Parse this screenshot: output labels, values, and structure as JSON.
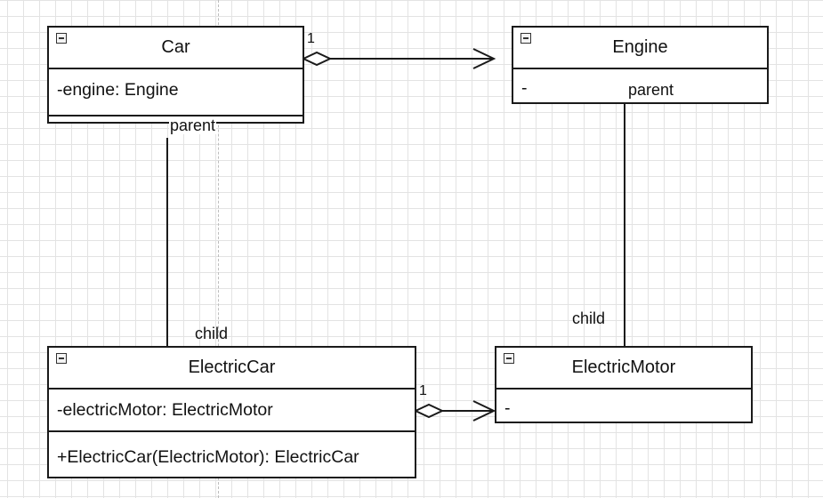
{
  "classes": {
    "car": {
      "name": "Car",
      "attribute": "-engine: Engine"
    },
    "engine": {
      "name": "Engine",
      "attribute": "-"
    },
    "electric_car": {
      "name": "ElectricCar",
      "attribute": "-electricMotor: ElectricMotor",
      "operation": "+ElectricCar(ElectricMotor): ElectricCar"
    },
    "electric_motor": {
      "name": "ElectricMotor",
      "attribute": "-"
    }
  },
  "edges": {
    "car_engine_multiplicity": "1",
    "electric_car_motor_multiplicity": "1",
    "car_parent_label": "parent",
    "electric_car_child_label": "child",
    "engine_parent_label": "parent",
    "electric_motor_child_label": "child"
  },
  "icons": {
    "collapse": "minus-box-icon",
    "aggregation": "hollow-diamond-icon",
    "navigation": "open-arrowhead-icon"
  }
}
